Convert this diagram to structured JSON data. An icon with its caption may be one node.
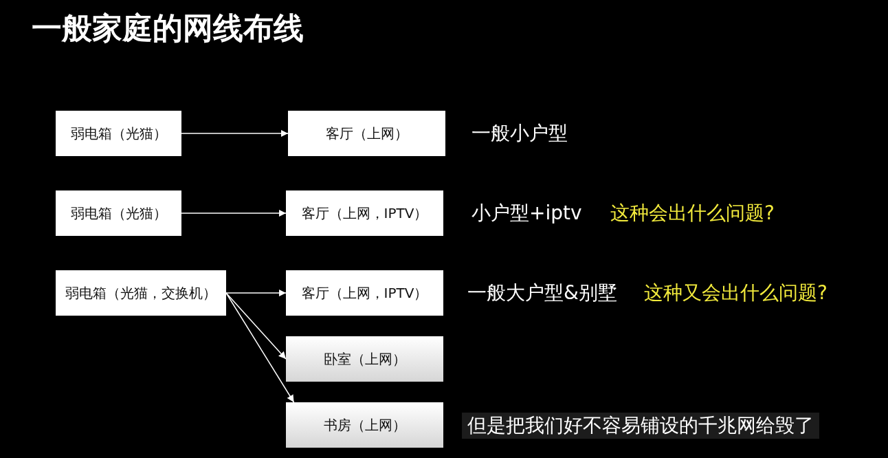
{
  "diagram": {
    "title": "一般家庭的网线布线",
    "nodes": [
      {
        "text": [
          "弱电箱（光猫）"
        ]
      },
      {
        "text": [
          "客厅（上网）"
        ]
      },
      {
        "text": [
          "弱电箱（光猫）"
        ]
      },
      {
        "text": [
          "客厅（上网，IPTV）"
        ]
      },
      {
        "text": [
          "弱电箱（光猫，交换机）"
        ]
      },
      {
        "text": [
          "客厅（上网，IPTV）"
        ]
      },
      {
        "text": [
          "卧室（上网）"
        ]
      },
      {
        "text": [
          "书房（上网）"
        ]
      }
    ],
    "edges": [
      {
        "from": 0,
        "to": 1,
        "arrow": "to"
      },
      {
        "from": 2,
        "to": 3,
        "arrow": "to"
      },
      {
        "from": 4,
        "to": 5,
        "arrow": "to"
      },
      {
        "from": 4,
        "to": 6,
        "arrow": "to"
      },
      {
        "from": 4,
        "to": 7,
        "arrow": "to"
      }
    ],
    "labels": [
      "一般小户型",
      "小户型+iptv",
      "这种会出什么问题?",
      "一般大户型&别墅",
      "这种又会出什么问题?",
      "但是把我们好不容易铺设的千兆网给毁了"
    ]
  }
}
